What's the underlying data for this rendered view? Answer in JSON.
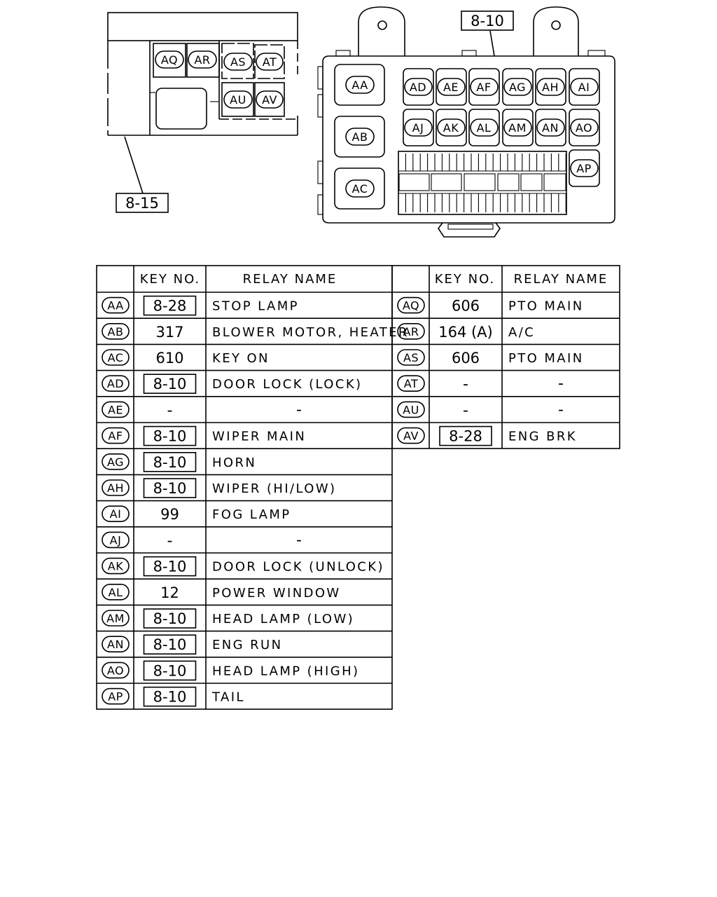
{
  "callouts": {
    "left_box": "8-15",
    "right_box": "8-10"
  },
  "left_block": {
    "top_row": [
      "AQ",
      "AR",
      "AS",
      "AT"
    ],
    "bottom_row": [
      "AU",
      "AV"
    ]
  },
  "right_block": {
    "large_relays": [
      "AA",
      "AB",
      "AC"
    ],
    "row1": [
      "AD",
      "AE",
      "AF",
      "AG",
      "AH",
      "AI"
    ],
    "row2": [
      "AJ",
      "AK",
      "AL",
      "AM",
      "AN",
      "AO"
    ],
    "side": "AP"
  },
  "table": {
    "headers": {
      "key_no": "KEY NO.",
      "relay_name": "RELAY NAME"
    },
    "left_rows": [
      {
        "id": "AA",
        "key": "8-28",
        "boxed": true,
        "name": "STOP LAMP"
      },
      {
        "id": "AB",
        "key": "317",
        "boxed": false,
        "name": "BLOWER MOTOR, HEATER"
      },
      {
        "id": "AC",
        "key": "610",
        "boxed": false,
        "name": "KEY ON"
      },
      {
        "id": "AD",
        "key": "8-10",
        "boxed": true,
        "name": "DOOR LOCK (LOCK)"
      },
      {
        "id": "AE",
        "key": "-",
        "boxed": false,
        "name": "-"
      },
      {
        "id": "AF",
        "key": "8-10",
        "boxed": true,
        "name": "WIPER MAIN"
      },
      {
        "id": "AG",
        "key": "8-10",
        "boxed": true,
        "name": "HORN"
      },
      {
        "id": "AH",
        "key": "8-10",
        "boxed": true,
        "name": "WIPER (HI/LOW)"
      },
      {
        "id": "AI",
        "key": "99",
        "boxed": false,
        "name": "FOG LAMP"
      },
      {
        "id": "AJ",
        "key": "-",
        "boxed": false,
        "name": "-"
      },
      {
        "id": "AK",
        "key": "8-10",
        "boxed": true,
        "name": "DOOR LOCK (UNLOCK)"
      },
      {
        "id": "AL",
        "key": "12",
        "boxed": false,
        "name": "POWER WINDOW"
      },
      {
        "id": "AM",
        "key": "8-10",
        "boxed": true,
        "name": "HEAD LAMP (LOW)"
      },
      {
        "id": "AN",
        "key": "8-10",
        "boxed": true,
        "name": "ENG RUN"
      },
      {
        "id": "AO",
        "key": "8-10",
        "boxed": true,
        "name": "HEAD LAMP (HIGH)"
      },
      {
        "id": "AP",
        "key": "8-10",
        "boxed": true,
        "name": "TAIL"
      }
    ],
    "right_rows": [
      {
        "id": "AQ",
        "key": "606",
        "boxed": false,
        "name": "PTO MAIN"
      },
      {
        "id": "AR",
        "key": "164 (A)",
        "boxed": false,
        "name": "A/C"
      },
      {
        "id": "AS",
        "key": "606",
        "boxed": false,
        "name": "PTO MAIN"
      },
      {
        "id": "AT",
        "key": "-",
        "boxed": false,
        "name": "-"
      },
      {
        "id": "AU",
        "key": "-",
        "boxed": false,
        "name": "-"
      },
      {
        "id": "AV",
        "key": "8-28",
        "boxed": true,
        "name": "ENG BRK"
      }
    ]
  }
}
